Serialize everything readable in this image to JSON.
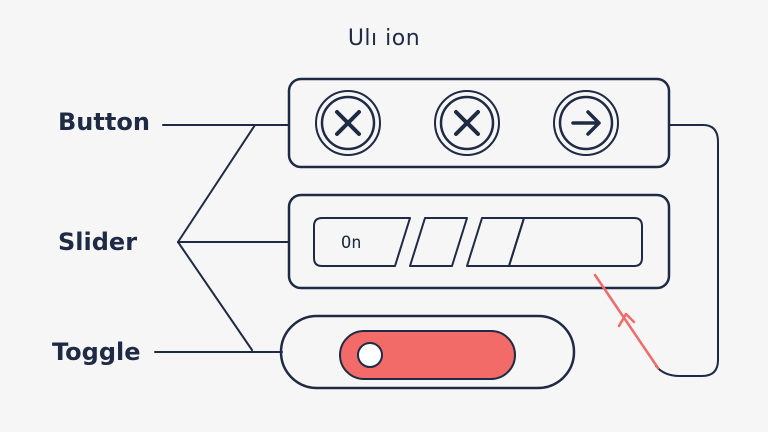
{
  "title": "Ulı ion",
  "labels": {
    "button": "Button",
    "slider": "Slider",
    "toggle": "Toggle"
  },
  "slider": {
    "state_text": "On"
  },
  "button_icons": [
    "close-icon",
    "close-icon",
    "arrow-right-icon"
  ],
  "colors": {
    "ink": "#1f2b44",
    "accent": "#f26b68",
    "background": "#f6f6f7"
  }
}
